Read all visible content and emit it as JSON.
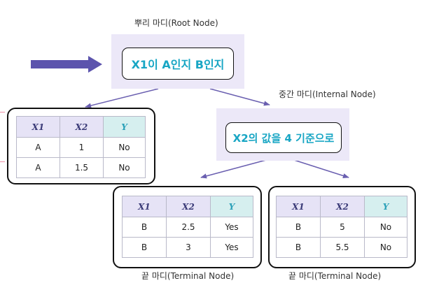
{
  "root": {
    "caption": "뿌리 마디(Root Node)",
    "label": "X1이 A인지 B인지"
  },
  "internal": {
    "caption": "중간 마디(Internal Node)",
    "label": "X2의 값을 4 기준으로"
  },
  "leaf_left": {
    "headers": [
      "X1",
      "X2",
      "Y"
    ],
    "rows": [
      [
        "A",
        "1",
        "No"
      ],
      [
        "A",
        "1.5",
        "No"
      ]
    ]
  },
  "leaf_mid": {
    "caption": "끝 마디(Terminal Node)",
    "headers": [
      "X1",
      "X2",
      "Y"
    ],
    "rows": [
      [
        "B",
        "2.5",
        "Yes"
      ],
      [
        "B",
        "3",
        "Yes"
      ]
    ]
  },
  "leaf_right": {
    "caption": "끝 마디(Terminal Node)",
    "headers": [
      "X1",
      "X2",
      "Y"
    ],
    "rows": [
      [
        "B",
        "5",
        "No"
      ],
      [
        "B",
        "5.5",
        "No"
      ]
    ]
  },
  "colors": {
    "arrow": "#6a5fb0",
    "node_text": "#18a6c4",
    "node_bg": "#ece8f8",
    "header_bg": "#e6e3f6",
    "y_header_bg": "#d6efef"
  }
}
